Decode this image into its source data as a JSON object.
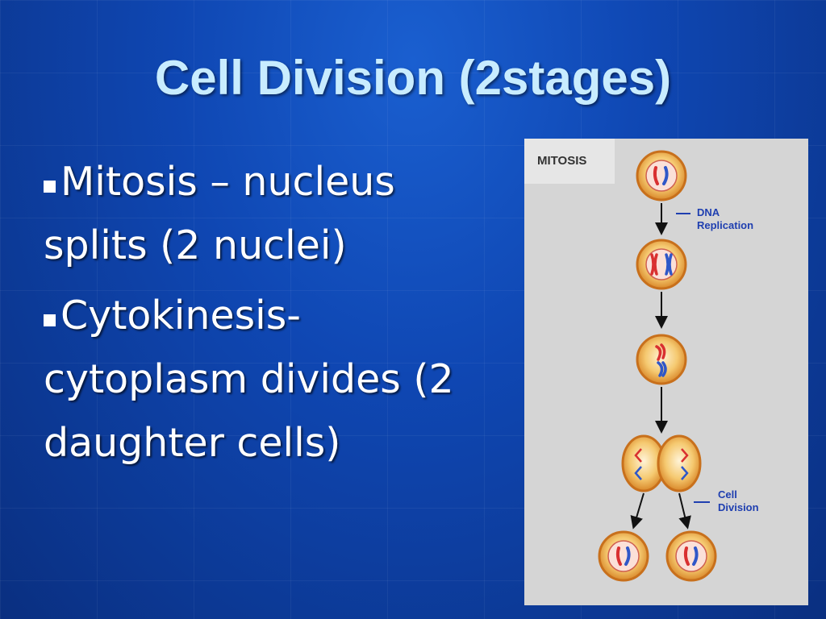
{
  "slide": {
    "title": "Cell Division (2stages)",
    "bullets": [
      {
        "text": "Mitosis – nucleus splits (2 nuclei)"
      },
      {
        "text": "Cytokinesis- cytoplasm divides (2 daughter cells)"
      }
    ]
  },
  "figure": {
    "label": "MITOSIS",
    "annotations": {
      "replication": [
        "DNA",
        "Replication"
      ],
      "division": [
        "Cell",
        "Division"
      ]
    }
  },
  "colors": {
    "title": "#c8ecff",
    "bullet_text": "#ffffff",
    "cell_fill": "#f3c468",
    "cell_rim": "#c8701c",
    "chromosome_red": "#d93030",
    "chromosome_blue": "#2f57c8",
    "annotation": "#1f3fb0"
  }
}
